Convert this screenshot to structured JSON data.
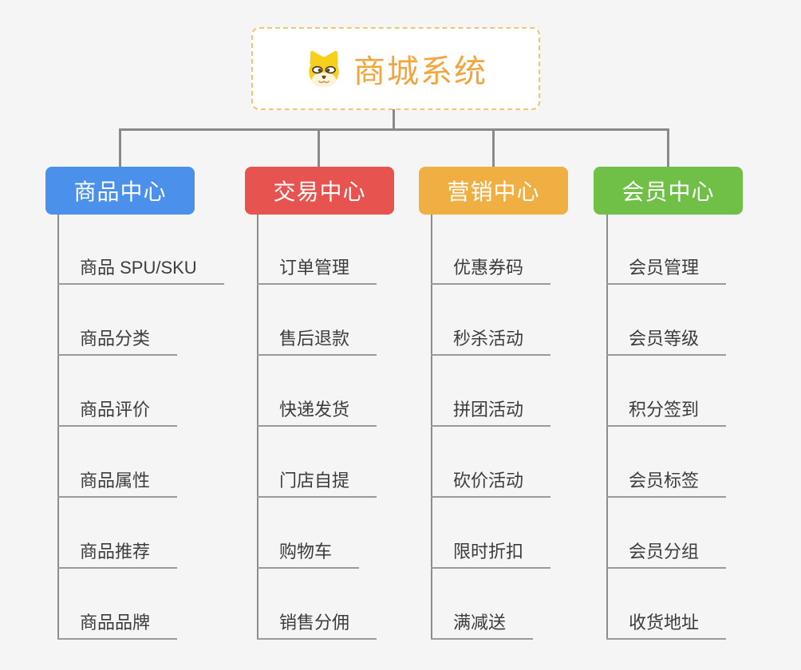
{
  "root": {
    "title": "商城系统",
    "icon": "dog-face-icon"
  },
  "branches": [
    {
      "label": "商品中心",
      "color": "#4B90EA",
      "items": [
        "商品 SPU/SKU",
        "商品分类",
        "商品评价",
        "商品属性",
        "商品推荐",
        "商品品牌"
      ]
    },
    {
      "label": "交易中心",
      "color": "#E7534F",
      "items": [
        "订单管理",
        "售后退款",
        "快递发货",
        "门店自提",
        "购物车",
        "销售分佣"
      ]
    },
    {
      "label": "营销中心",
      "color": "#EFAF42",
      "items": [
        "优惠券码",
        "秒杀活动",
        "拼团活动",
        "砍价活动",
        "限时折扣",
        "满减送"
      ]
    },
    {
      "label": "会员中心",
      "color": "#70C047",
      "items": [
        "会员管理",
        "会员等级",
        "积分签到",
        "会员标签",
        "会员分组",
        "收货地址"
      ]
    }
  ],
  "palette": {
    "background": "#F5F5F6",
    "connector": "#8A8A8A",
    "leaf_underline": "#9A9A9A",
    "leaf_text": "#3C3C3C",
    "root_text": "#F0A63D",
    "root_border": "#F3C475"
  }
}
